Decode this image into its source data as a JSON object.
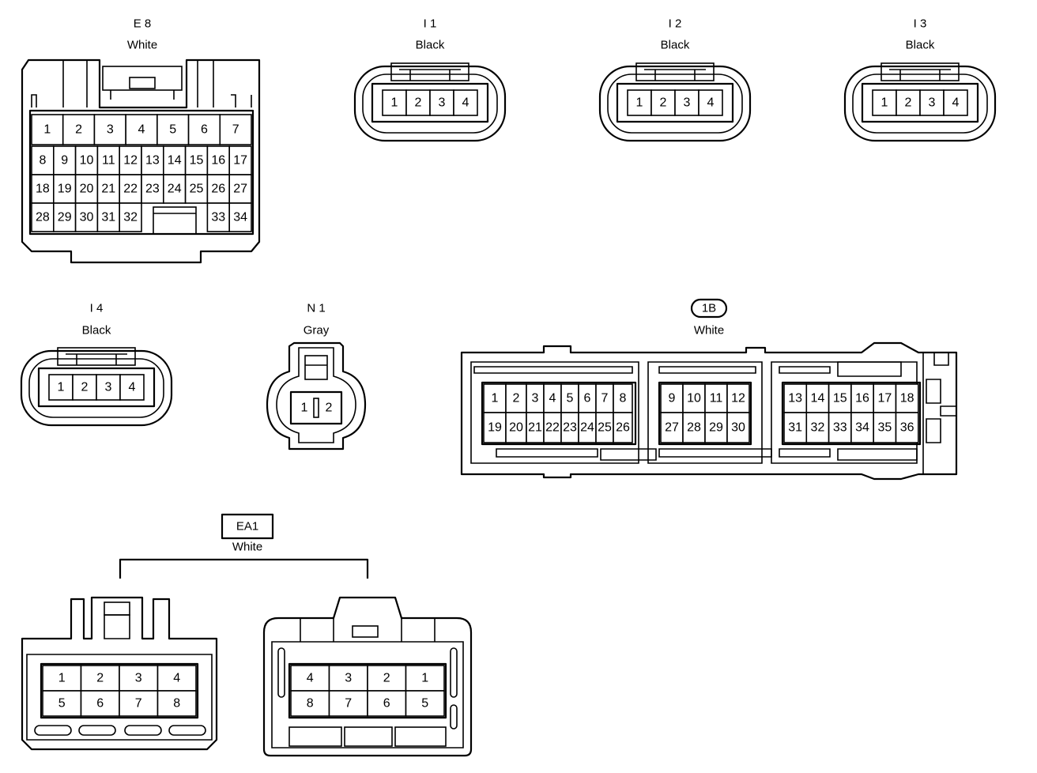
{
  "connectors": {
    "e8": {
      "code": "E 8",
      "color": "White",
      "pins": [
        "1",
        "2",
        "3",
        "4",
        "5",
        "6",
        "7",
        "8",
        "9",
        "10",
        "11",
        "12",
        "13",
        "14",
        "15",
        "16",
        "17",
        "18",
        "19",
        "20",
        "21",
        "22",
        "23",
        "24",
        "25",
        "26",
        "27",
        "28",
        "29",
        "30",
        "31",
        "32",
        "33",
        "34"
      ]
    },
    "i1": {
      "code": "I 1",
      "color": "Black",
      "pins": [
        "1",
        "2",
        "3",
        "4"
      ]
    },
    "i2": {
      "code": "I 2",
      "color": "Black",
      "pins": [
        "1",
        "2",
        "3",
        "4"
      ]
    },
    "i3": {
      "code": "I 3",
      "color": "Black",
      "pins": [
        "1",
        "2",
        "3",
        "4"
      ]
    },
    "i4": {
      "code": "I 4",
      "color": "Black",
      "pins": [
        "1",
        "2",
        "3",
        "4"
      ]
    },
    "n1": {
      "code": "N 1",
      "color": "Gray",
      "pins": [
        "1",
        "2"
      ]
    },
    "b1": {
      "code": "1B",
      "color": "White",
      "pins": [
        "1",
        "2",
        "3",
        "4",
        "5",
        "6",
        "7",
        "8",
        "9",
        "10",
        "11",
        "12",
        "13",
        "14",
        "15",
        "16",
        "17",
        "18",
        "19",
        "20",
        "21",
        "22",
        "23",
        "24",
        "25",
        "26",
        "27",
        "28",
        "29",
        "30",
        "31",
        "32",
        "33",
        "34",
        "35",
        "36"
      ]
    },
    "ea1": {
      "code": "EA1",
      "color": "White",
      "left_pins": [
        "1",
        "2",
        "3",
        "4",
        "5",
        "6",
        "7",
        "8"
      ],
      "right_pins": [
        "4",
        "3",
        "2",
        "1",
        "8",
        "7",
        "6",
        "5"
      ]
    }
  }
}
